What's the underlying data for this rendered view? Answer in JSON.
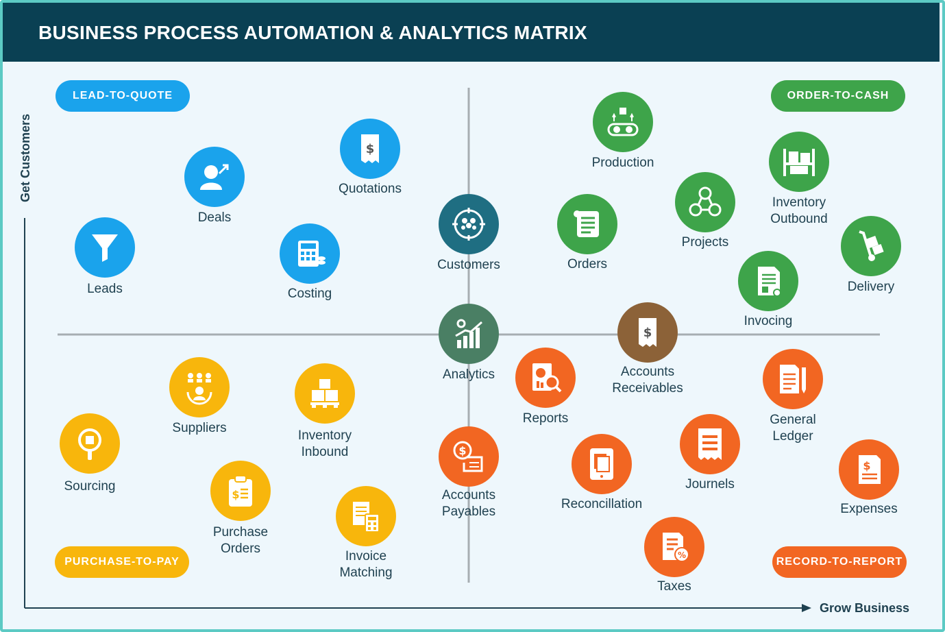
{
  "title": "BUSINESS PROCESS AUTOMATION & ANALYTICS MATRIX",
  "axes": {
    "y_label": "Get Customers",
    "x_label": "Grow Business"
  },
  "colors": {
    "header": "#0a4053",
    "frame": "#5ccac4",
    "background": "#eef7fc",
    "blue": "#1aa3ec",
    "green": "#3ea44a",
    "yellow": "#f8b60c",
    "orange": "#f26622",
    "teal": "#1f6e82",
    "olive": "#4a7f64",
    "brown": "#8c6238"
  },
  "quadrants": {
    "top_left": "LEAD-TO-QUOTE",
    "top_right": "ORDER-TO-CASH",
    "bottom_left": "PURCHASE-TO-PAY",
    "bottom_right": "RECORD-TO-REPORT"
  },
  "nodes": {
    "leads": {
      "label": [
        "Leads"
      ],
      "icon": "funnel-icon"
    },
    "deals": {
      "label": [
        "Deals"
      ],
      "icon": "user-arrow-icon"
    },
    "quotations": {
      "label": [
        "Quotations"
      ],
      "icon": "receipt-dollar-icon"
    },
    "costing": {
      "label": [
        "Costing"
      ],
      "icon": "calculator-icon"
    },
    "customers": {
      "label": [
        "Customers"
      ],
      "icon": "target-group-icon"
    },
    "production": {
      "label": [
        "Production"
      ],
      "icon": "conveyor-gears-icon"
    },
    "orders": {
      "label": [
        "Orders"
      ],
      "icon": "scroll-list-icon"
    },
    "projects": {
      "label": [
        "Projects"
      ],
      "icon": "network-nodes-icon"
    },
    "inventory_outbound": {
      "label": [
        "Inventory",
        "Outbound"
      ],
      "icon": "shelf-boxes-icon"
    },
    "delivery": {
      "label": [
        "Delivery"
      ],
      "icon": "hand-truck-icon"
    },
    "invocing": {
      "label": [
        "Invocing"
      ],
      "icon": "invoice-document-icon"
    },
    "analytics": {
      "label": [
        "Analytics"
      ],
      "icon": "bar-chart-gear-icon"
    },
    "accounts_receivables": {
      "label": [
        "Accounts",
        "Receivables"
      ],
      "icon": "receipt-dollar-icon"
    },
    "reports": {
      "label": [
        "Reports"
      ],
      "icon": "report-magnifier-icon"
    },
    "general_ledger": {
      "label": [
        "General",
        "Ledger"
      ],
      "icon": "ledger-pen-icon"
    },
    "suppliers": {
      "label": [
        "Suppliers"
      ],
      "icon": "people-cycle-icon"
    },
    "inventory_inbound": {
      "label": [
        "Inventory",
        "Inbound"
      ],
      "icon": "boxes-pallet-icon"
    },
    "sourcing": {
      "label": [
        "Sourcing"
      ],
      "icon": "magnifier-box-icon"
    },
    "purchase_orders": {
      "label": [
        "Purchase",
        "Orders"
      ],
      "icon": "clipboard-dollar-icon"
    },
    "invoice_matching": {
      "label": [
        "Invoice",
        "Matching"
      ],
      "icon": "document-calculator-icon"
    },
    "accounts_payables": {
      "label": [
        "Accounts",
        "Payables"
      ],
      "icon": "coin-receipt-icon"
    },
    "reconcillation": {
      "label": [
        "Reconcillation"
      ],
      "icon": "tablet-documents-icon"
    },
    "journels": {
      "label": [
        "Journels"
      ],
      "icon": "receipt-lines-icon"
    },
    "expenses": {
      "label": [
        "Expenses"
      ],
      "icon": "expense-receipt-icon"
    },
    "taxes": {
      "label": [
        "Taxes"
      ],
      "icon": "document-percent-icon"
    }
  }
}
